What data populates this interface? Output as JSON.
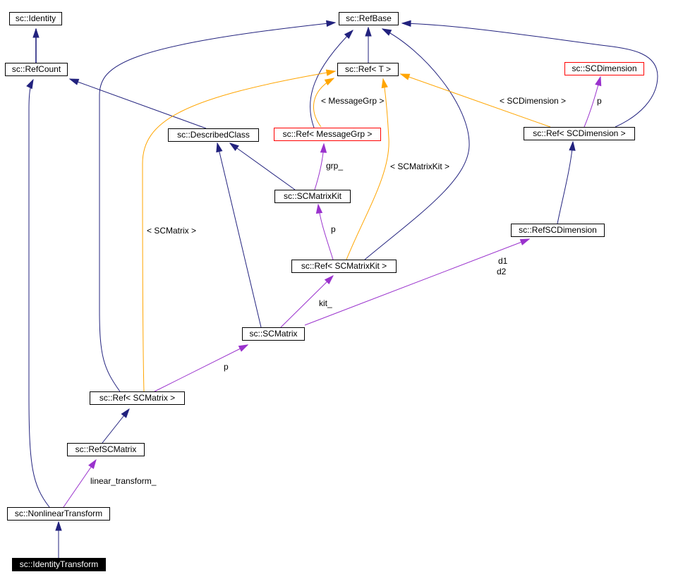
{
  "diagram": {
    "kind": "doxygen-collaboration-graph",
    "colors": {
      "inheritance_edge": "#22227e",
      "template_edge": "#ffa500",
      "member_edge": "#9a32cd",
      "highlight_border": "#ff0000",
      "current_node_bg": "#000000",
      "current_node_text": "#ffffff"
    }
  },
  "nodes": {
    "identity": {
      "label": "sc::Identity"
    },
    "refcount": {
      "label": "sc::RefCount"
    },
    "refbase": {
      "label": "sc::RefBase"
    },
    "ref_t": {
      "label": "sc::Ref< T >"
    },
    "scdimension": {
      "label": "sc::SCDimension"
    },
    "describedclass": {
      "label": "sc::DescribedClass"
    },
    "ref_messagegrp": {
      "label": "sc::Ref< MessageGrp >"
    },
    "ref_scdimension": {
      "label": "sc::Ref< SCDimension >"
    },
    "scmatrixkit": {
      "label": "sc::SCMatrixKit"
    },
    "refscdimension": {
      "label": "sc::RefSCDimension"
    },
    "ref_scmatrixkit": {
      "label": "sc::Ref< SCMatrixKit >"
    },
    "scmatrix": {
      "label": "sc::SCMatrix"
    },
    "ref_scmatrix": {
      "label": "sc::Ref< SCMatrix >"
    },
    "refscmatrix": {
      "label": "sc::RefSCMatrix"
    },
    "nonlineartransform": {
      "label": "sc::NonlinearTransform"
    },
    "identitytransform": {
      "label": "sc::IdentityTransform"
    }
  },
  "edge_labels": {
    "message_grp": "< MessageGrp >",
    "sc_dimension": "< SCDimension >",
    "p_dimension": "p",
    "grp": "grp_",
    "sc_matrix_kit": "< SCMatrixKit >",
    "p_kit": "p",
    "sc_matrix": "< SCMatrix >",
    "kit": "kit_",
    "d1": "d1",
    "d2": "d2",
    "p_matrix": "p",
    "linear_transform": "linear_transform_"
  }
}
